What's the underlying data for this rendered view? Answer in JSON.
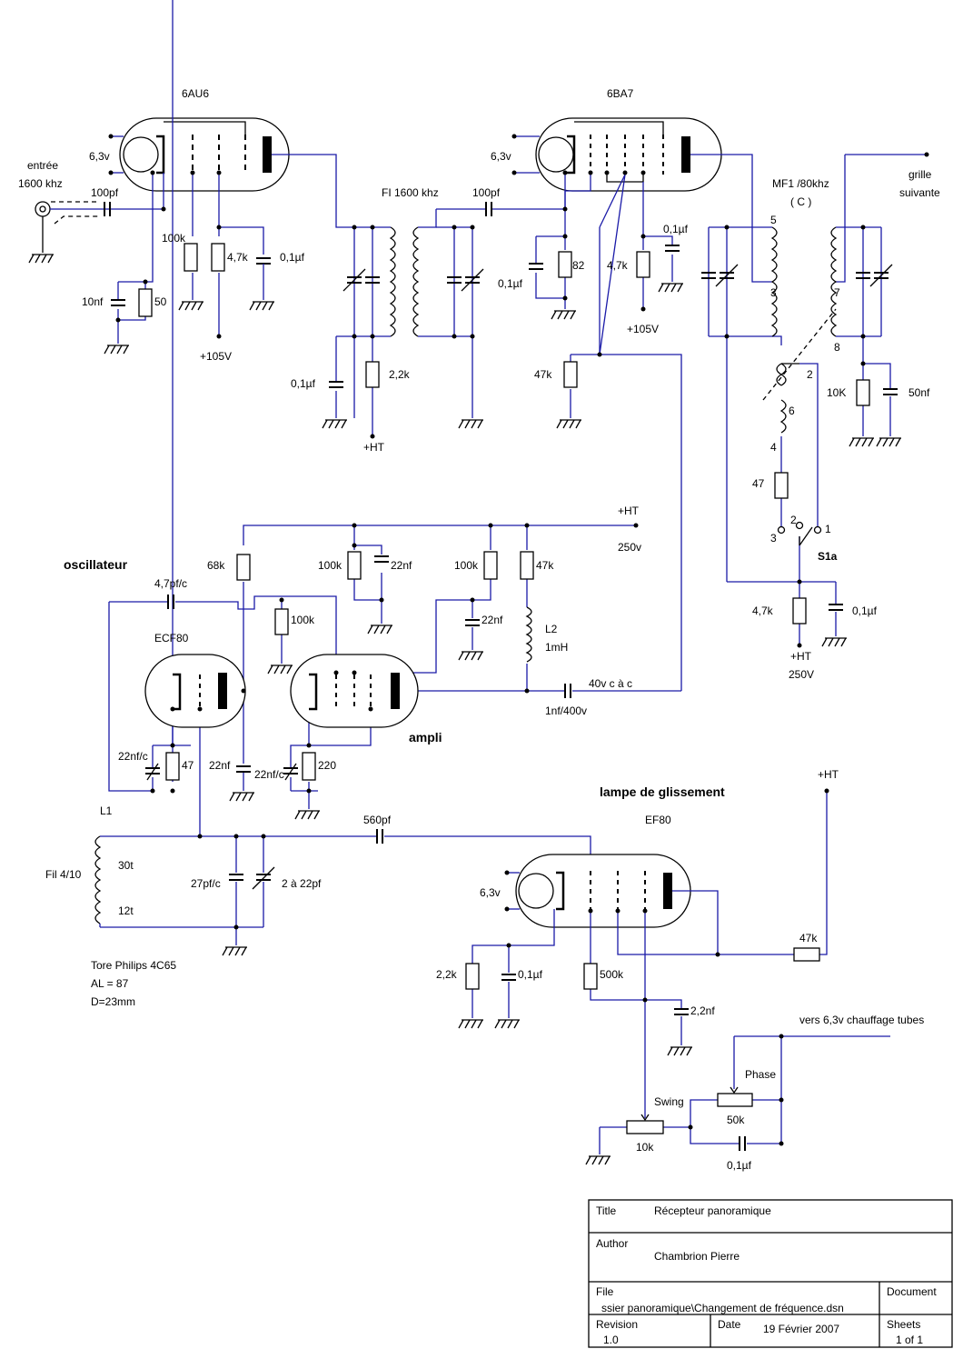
{
  "labels": {
    "tube_6au6": "6AU6",
    "tube_6ba7": "6BA7",
    "tube_ecf80": "ECF80",
    "tube_ef80": "EF80",
    "heater_1": "6,3v",
    "heater_2": "6,3v",
    "heater_3": "6,3v",
    "input": "entrée",
    "input_freq": "1600 khz",
    "c_in": "100pf",
    "c_10nf": "10nf",
    "r_50": "50",
    "r_100k_a": "100k",
    "r_47k_a": "4,7k",
    "c_01_a": "0,1µf",
    "v_105_a": "+105V",
    "fi": "FI 1600 khz",
    "c_100pf_b": "100pf",
    "c_01_b": "0,1µf",
    "r_22k_a": "2,2k",
    "ht_a": "+HT",
    "c_01_c": "0,1µf",
    "r_82": "82",
    "r_47k_b": "4,7k",
    "c_01_d": "0,1µf",
    "v_105_b": "+105V",
    "r_47k_c": "47k",
    "mf1": "MF1 /80khz",
    "mf1_c": "( C )",
    "grille": "grille",
    "suivante": "suivante",
    "pin_5": "5",
    "pin_3": "3",
    "pin_7": "7",
    "pin_8": "8",
    "pin_2": "2",
    "pin_6": "6",
    "pin_4": "4",
    "r_10K": "10K",
    "c_50nf": "50nf",
    "r_47": "47",
    "sw_3": "3",
    "sw_2": "2",
    "sw_1": "1",
    "s1a": "S1a",
    "r_47k_d": "4,7k",
    "c_01_e": "0,1µf",
    "ht_b": "+HT",
    "v_250_b": "250V",
    "oscillateur": "oscillateur",
    "c_47pf": "4,7pf/c",
    "r_68k": "68k",
    "r_100k_b": "100k",
    "r_100k_c": "100k",
    "c_22nf_a": "22nf",
    "r_100k_d": "100k",
    "r_47k_e": "47k",
    "ht_c": "+HT",
    "v_250_a": "250v",
    "c_22nf_b": "22nf",
    "l2": "L2",
    "l2_val": "1mH",
    "c_40v": "40v c à c",
    "c_1nf": "1nf/400v",
    "ampli": "ampli",
    "c_22nfc_a": "22nf/c",
    "r_47_b": "47",
    "c_22nf_c": "22nf",
    "c_22nfc_b": "22nf/c",
    "r_220": "220",
    "l1": "L1",
    "fil": "Fil 4/10",
    "t30": "30t",
    "t12": "12t",
    "c_27pf": "27pf/c",
    "c_2a22": "2 à 22pf",
    "c_560pf": "560pf",
    "lampe": "lampe de glissement",
    "ht_d": "+HT",
    "r_47k_f": "47k",
    "r_22k_b": "2,2k",
    "c_01_f": "0,1µf",
    "r_500k": "500k",
    "c_22nf_d": "2,2nf",
    "tore": "Tore Philips 4C65",
    "al": "AL = 87",
    "dia": "D=23mm",
    "vers": "vers 6,3v chauffage tubes",
    "phase": "Phase",
    "r_50k": "50k",
    "swing": "Swing",
    "r_10k": "10k",
    "c_01_g": "0,1µf"
  },
  "title_block": {
    "title_label": "Title",
    "title_value": "Récepteur panoramique",
    "author_label": "Author",
    "author_value": "Chambrion Pierre",
    "file_label": "File",
    "file_value": "ssier panoramique\\Changement de fréquence.dsn",
    "document_label": "Document",
    "revision_label": "Revision",
    "revision_value": "1.0",
    "date_label": "Date",
    "date_value": "19 Février 2007",
    "sheets_label": "Sheets",
    "sheets_value": "1 of 1"
  }
}
